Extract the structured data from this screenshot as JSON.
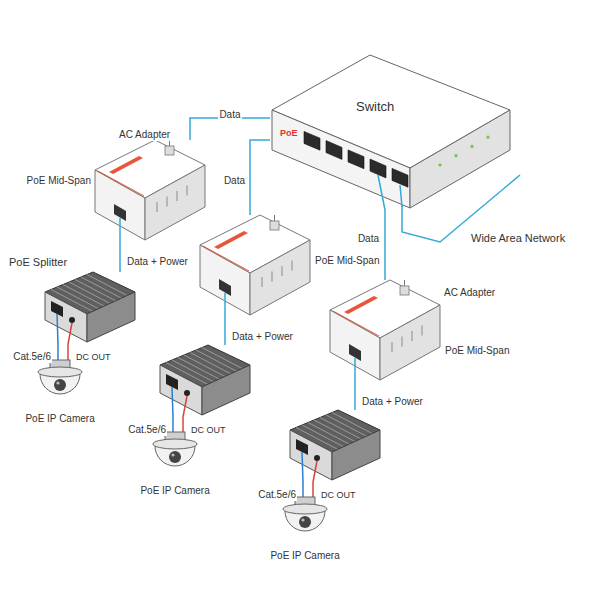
{
  "diagram": {
    "nodes": [
      {
        "text": [
          "Switch",
          "PoE"
        ]
      },
      {
        "text": [
          "PoE Mid-Span"
        ]
      },
      {
        "text": [
          "PoE Splitter",
          "Cat.5e/6",
          "DC OUT"
        ]
      },
      {
        "text": [
          "PoE IP Camera"
        ]
      },
      {
        "text": [
          "PoE Mid-Span"
        ]
      },
      {
        "text": [
          "Cat.5e/6",
          "DC OUT"
        ]
      },
      {
        "text": [
          "PoE IP Camera"
        ]
      },
      {
        "text": [
          "PoE Mid-Span"
        ]
      },
      {
        "text": [
          "Cat.5e/6",
          "DC OUT"
        ]
      },
      {
        "text": [
          "PoE IP Camera"
        ]
      }
    ],
    "edges": [
      {
        "from": 0,
        "to": 1,
        "arrow": "none",
        "label": "Data"
      },
      {
        "from": 1,
        "to": 2,
        "arrow": "none",
        "label": "Data + Power"
      },
      {
        "from": 2,
        "to": 3,
        "arrow": "none"
      },
      {
        "from": 2,
        "to": 3,
        "arrow": "none"
      },
      {
        "from": 0,
        "to": 4,
        "arrow": "none",
        "label": "Data"
      },
      {
        "from": 4,
        "to": 5,
        "arrow": "none",
        "label": "Data + Power"
      },
      {
        "from": 5,
        "to": 6,
        "arrow": "none"
      },
      {
        "from": 5,
        "to": 6,
        "arrow": "none"
      },
      {
        "from": 0,
        "to": 7,
        "arrow": "none",
        "label": "Data"
      },
      {
        "from": 7,
        "to": 8,
        "arrow": "none",
        "label": "Data + Power"
      },
      {
        "from": 8,
        "to": 9,
        "arrow": "none"
      },
      {
        "from": 8,
        "to": 9,
        "arrow": "none"
      }
    ],
    "labels": [
      "AC Adapter",
      "AC Adapter",
      "Wide Area Network"
    ]
  }
}
